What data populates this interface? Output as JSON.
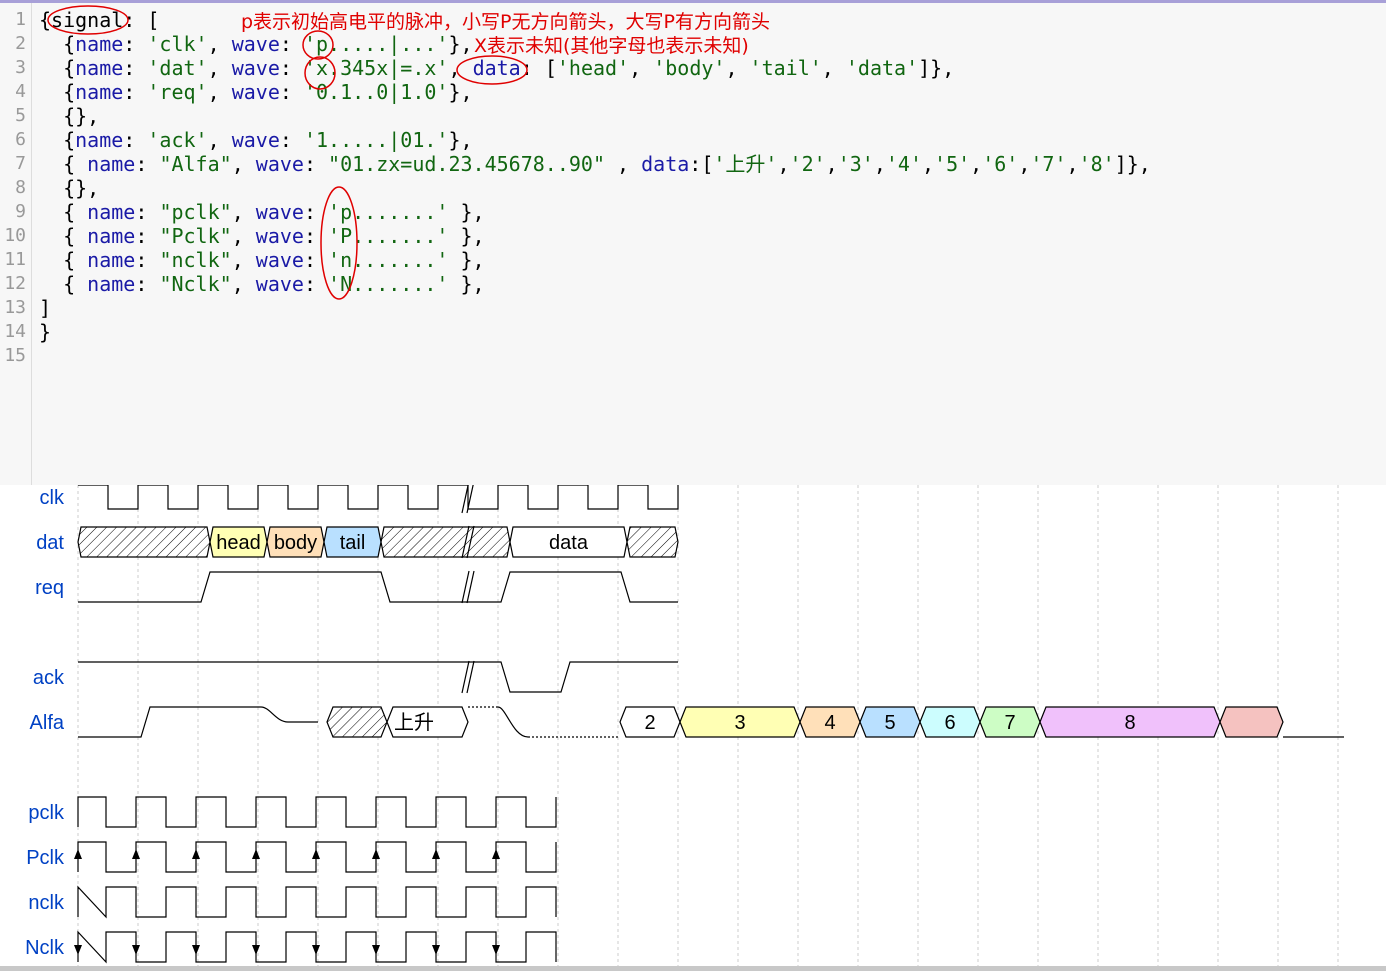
{
  "editor": {
    "line_numbers": [
      "1",
      "2",
      "3",
      "4",
      "5",
      "6",
      "7",
      "8",
      "9",
      "10",
      "11",
      "12",
      "13",
      "14",
      "15"
    ],
    "lines": [
      [
        {
          "t": "{signal: [",
          "c": ""
        }
      ],
      [
        {
          "t": "  {",
          "c": ""
        },
        {
          "t": "name",
          "c": "k"
        },
        {
          "t": ": ",
          "c": ""
        },
        {
          "t": "'clk'",
          "c": "s"
        },
        {
          "t": ", ",
          "c": ""
        },
        {
          "t": "wave",
          "c": "k"
        },
        {
          "t": ": ",
          "c": ""
        },
        {
          "t": "'p.....|...'",
          "c": "s"
        },
        {
          "t": "},",
          "c": ""
        }
      ],
      [
        {
          "t": "  {",
          "c": ""
        },
        {
          "t": "name",
          "c": "k"
        },
        {
          "t": ": ",
          "c": ""
        },
        {
          "t": "'dat'",
          "c": "s"
        },
        {
          "t": ", ",
          "c": ""
        },
        {
          "t": "wave",
          "c": "k"
        },
        {
          "t": ": ",
          "c": ""
        },
        {
          "t": "'x.345x|=.x'",
          "c": "s"
        },
        {
          "t": ", ",
          "c": ""
        },
        {
          "t": "data",
          "c": "k"
        },
        {
          "t": ": [",
          "c": ""
        },
        {
          "t": "'head'",
          "c": "s"
        },
        {
          "t": ", ",
          "c": ""
        },
        {
          "t": "'body'",
          "c": "s"
        },
        {
          "t": ", ",
          "c": ""
        },
        {
          "t": "'tail'",
          "c": "s"
        },
        {
          "t": ", ",
          "c": ""
        },
        {
          "t": "'data'",
          "c": "s"
        },
        {
          "t": "]},",
          "c": ""
        }
      ],
      [
        {
          "t": "  {",
          "c": ""
        },
        {
          "t": "name",
          "c": "k"
        },
        {
          "t": ": ",
          "c": ""
        },
        {
          "t": "'req'",
          "c": "s"
        },
        {
          "t": ", ",
          "c": ""
        },
        {
          "t": "wave",
          "c": "k"
        },
        {
          "t": ": ",
          "c": ""
        },
        {
          "t": "'0.1..0|1.0'",
          "c": "s"
        },
        {
          "t": "},",
          "c": ""
        }
      ],
      [
        {
          "t": "  {},",
          "c": ""
        }
      ],
      [
        {
          "t": "  {",
          "c": ""
        },
        {
          "t": "name",
          "c": "k"
        },
        {
          "t": ": ",
          "c": ""
        },
        {
          "t": "'ack'",
          "c": "s"
        },
        {
          "t": ", ",
          "c": ""
        },
        {
          "t": "wave",
          "c": "k"
        },
        {
          "t": ": ",
          "c": ""
        },
        {
          "t": "'1.....|01.'",
          "c": "s"
        },
        {
          "t": "},",
          "c": ""
        }
      ],
      [
        {
          "t": "  { ",
          "c": ""
        },
        {
          "t": "name",
          "c": "k"
        },
        {
          "t": ": ",
          "c": ""
        },
        {
          "t": "\"Alfa\"",
          "c": "s"
        },
        {
          "t": ", ",
          "c": ""
        },
        {
          "t": "wave",
          "c": "k"
        },
        {
          "t": ": ",
          "c": ""
        },
        {
          "t": "\"01.zx=ud.23.45678..90\"",
          "c": "s"
        },
        {
          "t": " , ",
          "c": ""
        },
        {
          "t": "data",
          "c": "k"
        },
        {
          "t": ":[",
          "c": ""
        },
        {
          "t": "'上升'",
          "c": "s"
        },
        {
          "t": ",",
          "c": ""
        },
        {
          "t": "'2'",
          "c": "s"
        },
        {
          "t": ",",
          "c": ""
        },
        {
          "t": "'3'",
          "c": "s"
        },
        {
          "t": ",",
          "c": ""
        },
        {
          "t": "'4'",
          "c": "s"
        },
        {
          "t": ",",
          "c": ""
        },
        {
          "t": "'5'",
          "c": "s"
        },
        {
          "t": ",",
          "c": ""
        },
        {
          "t": "'6'",
          "c": "s"
        },
        {
          "t": ",",
          "c": ""
        },
        {
          "t": "'7'",
          "c": "s"
        },
        {
          "t": ",",
          "c": ""
        },
        {
          "t": "'8'",
          "c": "s"
        },
        {
          "t": "]},",
          "c": ""
        }
      ],
      [
        {
          "t": "  {},",
          "c": ""
        }
      ],
      [
        {
          "t": "  { ",
          "c": ""
        },
        {
          "t": "name",
          "c": "k"
        },
        {
          "t": ": ",
          "c": ""
        },
        {
          "t": "\"pclk\"",
          "c": "s"
        },
        {
          "t": ", ",
          "c": ""
        },
        {
          "t": "wave",
          "c": "k"
        },
        {
          "t": ": ",
          "c": ""
        },
        {
          "t": "'p.......'",
          "c": "s"
        },
        {
          "t": " },",
          "c": ""
        }
      ],
      [
        {
          "t": "  { ",
          "c": ""
        },
        {
          "t": "name",
          "c": "k"
        },
        {
          "t": ": ",
          "c": ""
        },
        {
          "t": "\"Pclk\"",
          "c": "s"
        },
        {
          "t": ", ",
          "c": ""
        },
        {
          "t": "wave",
          "c": "k"
        },
        {
          "t": ": ",
          "c": ""
        },
        {
          "t": "'P.......'",
          "c": "s"
        },
        {
          "t": " },",
          "c": ""
        }
      ],
      [
        {
          "t": "  { ",
          "c": ""
        },
        {
          "t": "name",
          "c": "k"
        },
        {
          "t": ": ",
          "c": ""
        },
        {
          "t": "\"nclk\"",
          "c": "s"
        },
        {
          "t": ", ",
          "c": ""
        },
        {
          "t": "wave",
          "c": "k"
        },
        {
          "t": ": ",
          "c": ""
        },
        {
          "t": "'n.......'",
          "c": "s"
        },
        {
          "t": " },",
          "c": ""
        }
      ],
      [
        {
          "t": "  { ",
          "c": ""
        },
        {
          "t": "name",
          "c": "k"
        },
        {
          "t": ": ",
          "c": ""
        },
        {
          "t": "\"Nclk\"",
          "c": "s"
        },
        {
          "t": ", ",
          "c": ""
        },
        {
          "t": "wave",
          "c": "k"
        },
        {
          "t": ": ",
          "c": ""
        },
        {
          "t": "'N.......'",
          "c": "s"
        },
        {
          "t": " },",
          "c": ""
        }
      ],
      [
        {
          "t": "]",
          "c": ""
        }
      ],
      [
        {
          "t": "}",
          "c": ""
        }
      ],
      [
        {
          "t": "",
          "c": ""
        }
      ]
    ]
  },
  "annotations": {
    "note1": "p表示初始高电平的脉冲，小写P无方向箭头，大写P有方向箭头",
    "note2": "X表示未知(其他字母也表示未知)"
  },
  "waveform": {
    "signals": [
      "clk",
      "dat",
      "req",
      "ack",
      "Alfa",
      "pclk",
      "Pclk",
      "nclk",
      "Nclk"
    ],
    "dat_data": [
      "head",
      "body",
      "tail",
      "data"
    ],
    "alfa_data": [
      "上升",
      "2",
      "3",
      "4",
      "5",
      "6",
      "7",
      "8"
    ],
    "colors": {
      "label": "#0041c4",
      "head": "#ffffb4",
      "body": "#ffe0b9",
      "tail": "#b9e0ff",
      "v5": "#ccfdfe",
      "v7": "#cdfdc5",
      "v8": "#f0c1fb",
      "v9": "#f5c2c0",
      "annotation": "#e00000"
    }
  }
}
